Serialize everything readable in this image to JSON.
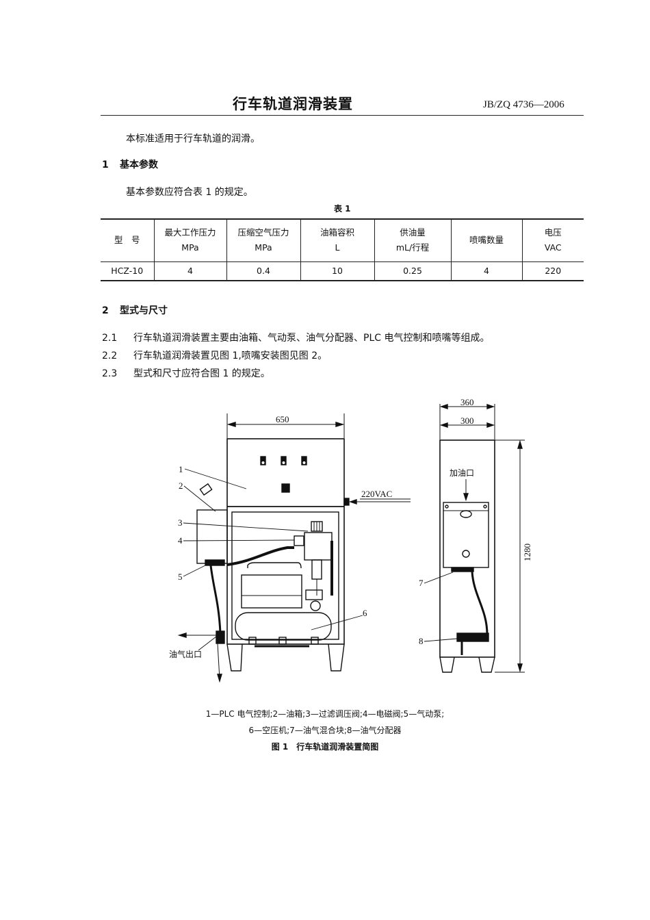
{
  "header": {
    "title": "行车轨道润滑装置",
    "standard_number": "JB/ZQ 4736—2006"
  },
  "intro": "本标准适用于行车轨道的润滑。",
  "section1": {
    "number": "1",
    "heading": "基本参数",
    "text": "基本参数应符合表 1 的规定。"
  },
  "table1": {
    "caption": "表 1",
    "headers": [
      {
        "line1": "型　号",
        "line2": ""
      },
      {
        "line1": "最大工作压力",
        "line2": "MPa"
      },
      {
        "line1": "压缩空气压力",
        "line2": "MPa"
      },
      {
        "line1": "油箱容积",
        "line2": "L"
      },
      {
        "line1": "供油量",
        "line2": "mL/行程"
      },
      {
        "line1": "喷嘴数量",
        "line2": ""
      },
      {
        "line1": "电压",
        "line2": "VAC"
      }
    ],
    "rows": [
      [
        "HCZ-10",
        "4",
        "0.4",
        "10",
        "0.25",
        "4",
        "220"
      ]
    ]
  },
  "section2": {
    "number": "2",
    "heading": "型式与尺寸",
    "items": [
      {
        "number": "2.1",
        "text": "行车轨道润滑装置主要由油箱、气动泵、油气分配器、PLC 电气控制和喷嘴等组成。"
      },
      {
        "number": "2.2",
        "text": "行车轨道润滑装置见图 1,喷嘴安装图见图 2。"
      },
      {
        "number": "2.3",
        "text": "型式和尺寸应符合图 1 的规定。"
      }
    ]
  },
  "figure1": {
    "front_view": {
      "width_dim": "650",
      "power_label": "220VAC",
      "outlet_label": "油气出口",
      "callouts": [
        "1",
        "2",
        "3",
        "4",
        "5",
        "6"
      ]
    },
    "side_view": {
      "outer_width_dim": "360",
      "inner_width_dim": "300",
      "height_dim": "1280",
      "fill_port_label": "加油口",
      "callouts": [
        "7",
        "8"
      ]
    },
    "legend_line1": "1—PLC 电气控制;2—油箱;3—过滤调压阀;4—电磁阀;5—气动泵;",
    "legend_line2": "6—空压机;7—油气混合块;8—油气分配器",
    "caption": "图 1　行车轨道润滑装置简图"
  }
}
